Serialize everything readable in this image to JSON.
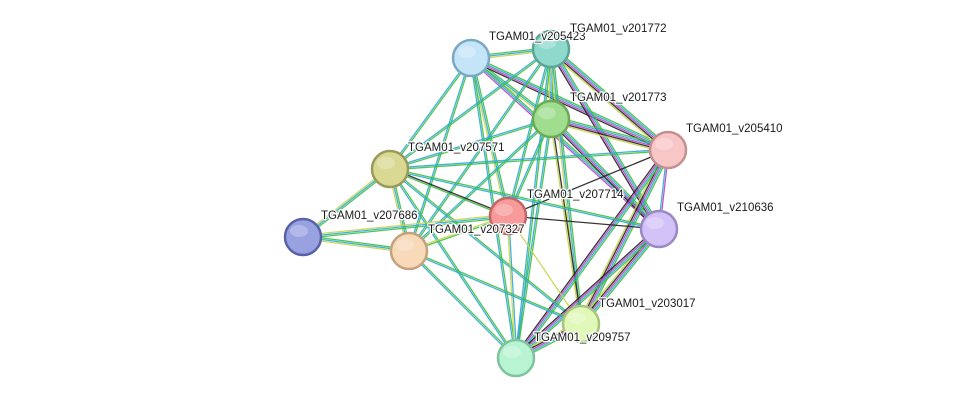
{
  "nodes": [
    {
      "id": "v205423",
      "label": "TGAM01_v205423",
      "fill": "#c4e4f8",
      "stroke": "#7aa9c4"
    },
    {
      "id": "v201772",
      "label": "TGAM01_v201772",
      "fill": "#8ed9cc",
      "stroke": "#5aa597"
    },
    {
      "id": "v201773",
      "label": "TGAM01_v201773",
      "fill": "#a1dd8e",
      "stroke": "#6aaa59"
    },
    {
      "id": "v205410",
      "label": "TGAM01_v205410",
      "fill": "#f8c6c6",
      "stroke": "#c48f8f"
    },
    {
      "id": "v207571",
      "label": "TGAM01_v207571",
      "fill": "#d9d994",
      "stroke": "#9a9a5a"
    },
    {
      "id": "v207714",
      "label": "TGAM01_v207714",
      "fill": "#f89a9a",
      "stroke": "#c06666"
    },
    {
      "id": "v210636",
      "label": "TGAM01_v210636",
      "fill": "#d3c2f8",
      "stroke": "#9a88c4"
    },
    {
      "id": "v207686",
      "label": "TGAM01_v207686",
      "fill": "#98a2e0",
      "stroke": "#5862a8"
    },
    {
      "id": "v207327",
      "label": "TGAM01_v207327",
      "fill": "#f8d9b8",
      "stroke": "#c4a27f"
    },
    {
      "id": "v203017",
      "label": "TGAM01_v203017",
      "fill": "#e0f8b8",
      "stroke": "#a8c47f"
    },
    {
      "id": "v209757",
      "label": "TGAM01_v209757",
      "fill": "#b8f4d2",
      "stroke": "#7fc49c"
    }
  ],
  "edges": [
    {
      "source": "v205423",
      "target": "v201772",
      "colors": [
        "#3fbf3f",
        "#2fa9d9",
        "#c8d44a"
      ]
    },
    {
      "source": "v205423",
      "target": "v201773",
      "colors": [
        "#3fbf3f",
        "#2fa9d9",
        "#c8d44a"
      ]
    },
    {
      "source": "v205423",
      "target": "v205410",
      "colors": [
        "#3fbf3f",
        "#2fa9d9",
        "#c040c0",
        "#222222"
      ]
    },
    {
      "source": "v205423",
      "target": "v207571",
      "colors": [
        "#3fbf3f",
        "#2fa9d9"
      ]
    },
    {
      "source": "v205423",
      "target": "v207714",
      "colors": [
        "#3fbf3f",
        "#2fa9d9",
        "#c8d44a"
      ]
    },
    {
      "source": "v205423",
      "target": "v210636",
      "colors": [
        "#3fbf3f",
        "#2fa9d9",
        "#c040c0"
      ]
    },
    {
      "source": "v205423",
      "target": "v207327",
      "colors": [
        "#3fbf3f",
        "#2fa9d9"
      ]
    },
    {
      "source": "v205423",
      "target": "v209757",
      "colors": [
        "#3fbf3f",
        "#2fa9d9"
      ]
    },
    {
      "source": "v201772",
      "target": "v201773",
      "colors": [
        "#3fbf3f",
        "#2fa9d9",
        "#c8d44a"
      ]
    },
    {
      "source": "v201772",
      "target": "v205410",
      "colors": [
        "#3fbf3f",
        "#2fa9d9",
        "#c040c0",
        "#222222",
        "#c8d44a"
      ]
    },
    {
      "source": "v201772",
      "target": "v207571",
      "colors": [
        "#3fbf3f",
        "#2fa9d9"
      ]
    },
    {
      "source": "v201772",
      "target": "v207714",
      "colors": [
        "#3fbf3f",
        "#2fa9d9"
      ]
    },
    {
      "source": "v201772",
      "target": "v210636",
      "colors": [
        "#3fbf3f",
        "#2fa9d9",
        "#c040c0",
        "#222222"
      ]
    },
    {
      "source": "v201772",
      "target": "v207327",
      "colors": [
        "#3fbf3f",
        "#2fa9d9"
      ]
    },
    {
      "source": "v201772",
      "target": "v203017",
      "colors": [
        "#3fbf3f",
        "#2fa9d9",
        "#c8d44a"
      ]
    },
    {
      "source": "v201772",
      "target": "v209757",
      "colors": [
        "#3fbf3f",
        "#2fa9d9"
      ]
    },
    {
      "source": "v201773",
      "target": "v205410",
      "colors": [
        "#3fbf3f",
        "#2fa9d9",
        "#c040c0",
        "#222222",
        "#c8d44a"
      ]
    },
    {
      "source": "v201773",
      "target": "v207571",
      "colors": [
        "#3fbf3f",
        "#2fa9d9"
      ]
    },
    {
      "source": "v201773",
      "target": "v207714",
      "colors": [
        "#3fbf3f",
        "#2fa9d9"
      ]
    },
    {
      "source": "v201773",
      "target": "v210636",
      "colors": [
        "#3fbf3f",
        "#2fa9d9",
        "#c040c0",
        "#222222"
      ]
    },
    {
      "source": "v201773",
      "target": "v207327",
      "colors": [
        "#3fbf3f",
        "#2fa9d9"
      ]
    },
    {
      "source": "v201773",
      "target": "v203017",
      "colors": [
        "#222222",
        "#c8d44a"
      ]
    },
    {
      "source": "v201773",
      "target": "v209757",
      "colors": [
        "#3fbf3f",
        "#2fa9d9"
      ]
    },
    {
      "source": "v205410",
      "target": "v207714",
      "colors": [
        "#222222"
      ]
    },
    {
      "source": "v205410",
      "target": "v210636",
      "colors": [
        "#c040c0",
        "#2fa9d9"
      ]
    },
    {
      "source": "v205410",
      "target": "v203017",
      "colors": [
        "#3fbf3f",
        "#2fa9d9",
        "#c040c0",
        "#222222",
        "#c8d44a"
      ]
    },
    {
      "source": "v205410",
      "target": "v209757",
      "colors": [
        "#3fbf3f",
        "#2fa9d9",
        "#c040c0",
        "#222222"
      ]
    },
    {
      "source": "v205410",
      "target": "v207571",
      "colors": [
        "#3fbf3f",
        "#2fa9d9"
      ]
    },
    {
      "source": "v207571",
      "target": "v207714",
      "colors": [
        "#222222",
        "#3fbf3f"
      ]
    },
    {
      "source": "v207571",
      "target": "v207686",
      "colors": [
        "#3fbf3f",
        "#2fa9d9",
        "#c8d44a"
      ]
    },
    {
      "source": "v207571",
      "target": "v207327",
      "colors": [
        "#3fbf3f",
        "#2fa9d9",
        "#c8d44a"
      ]
    },
    {
      "source": "v207571",
      "target": "v203017",
      "colors": [
        "#3fbf3f",
        "#2fa9d9"
      ]
    },
    {
      "source": "v207571",
      "target": "v209757",
      "colors": [
        "#3fbf3f",
        "#2fa9d9"
      ]
    },
    {
      "source": "v207571",
      "target": "v210636",
      "colors": [
        "#3fbf3f",
        "#2fa9d9"
      ]
    },
    {
      "source": "v207714",
      "target": "v210636",
      "colors": [
        "#222222"
      ]
    },
    {
      "source": "v207714",
      "target": "v207686",
      "colors": [
        "#3fbf3f",
        "#2fa9d9",
        "#c8d44a"
      ]
    },
    {
      "source": "v207714",
      "target": "v207327",
      "colors": [
        "#3fbf3f",
        "#c8d44a"
      ]
    },
    {
      "source": "v207714",
      "target": "v203017",
      "colors": [
        "#c8d44a"
      ]
    },
    {
      "source": "v207714",
      "target": "v209757",
      "colors": [
        "#2fa9d9",
        "#c8d44a"
      ]
    },
    {
      "source": "v210636",
      "target": "v203017",
      "colors": [
        "#3fbf3f",
        "#2fa9d9",
        "#c040c0",
        "#222222",
        "#c8d44a"
      ]
    },
    {
      "source": "v210636",
      "target": "v209757",
      "colors": [
        "#3fbf3f",
        "#2fa9d9",
        "#c040c0",
        "#222222"
      ]
    },
    {
      "source": "v207686",
      "target": "v207327",
      "colors": [
        "#3fbf3f",
        "#2fa9d9",
        "#c8d44a"
      ]
    },
    {
      "source": "v207327",
      "target": "v203017",
      "colors": [
        "#3fbf3f",
        "#2fa9d9"
      ]
    },
    {
      "source": "v207327",
      "target": "v209757",
      "colors": [
        "#3fbf3f",
        "#2fa9d9"
      ]
    },
    {
      "source": "v203017",
      "target": "v209757",
      "colors": [
        "#3fbf3f",
        "#2fa9d9",
        "#c040c0",
        "#222222",
        "#c8d44a"
      ]
    }
  ]
}
